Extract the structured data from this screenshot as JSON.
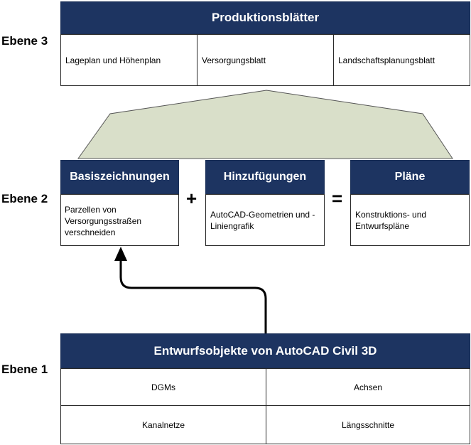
{
  "level3": {
    "label": "Ebene 3",
    "title": "Produktionsblätter",
    "cells": [
      "Lageplan und Höhenplan",
      "Versorgungsblatt",
      "Landschaftsplanungsblatt"
    ]
  },
  "level2": {
    "label": "Ebene 2",
    "plus": "+",
    "equals": "=",
    "boxes": [
      {
        "title": "Basiszeichnungen",
        "body": "Parzellen von Versorgungsstraßen verschneiden"
      },
      {
        "title": "Hinzufügungen",
        "body": "AutoCAD-Geometrien und -Liniengrafik"
      },
      {
        "title": "Pläne",
        "body": "Konstruktions- und Entwurfspläne"
      }
    ]
  },
  "level1": {
    "label": "Ebene 1",
    "title": "Entwurfsobjekte von AutoCAD Civil 3D",
    "cells": [
      "DGMs",
      "Achsen",
      "Kanalnetze",
      "Längsschnitte"
    ]
  },
  "colors": {
    "header": "#1d3461",
    "arrow_fill": "#d9dfc9"
  }
}
